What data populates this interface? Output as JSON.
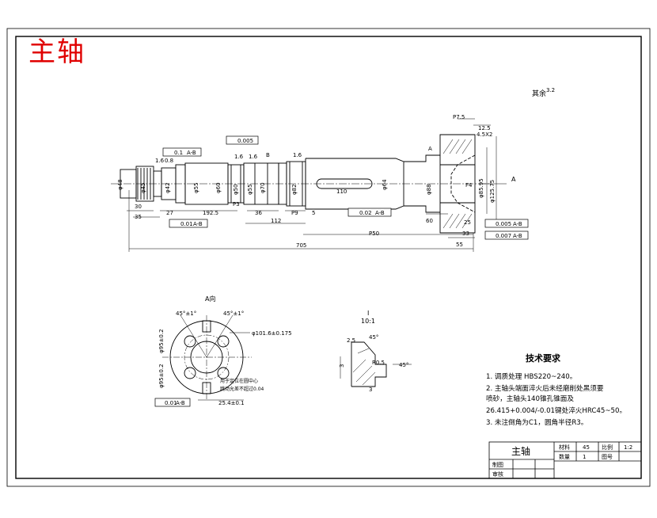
{
  "stamp_title": "主轴",
  "note_rest": "其余",
  "note_rest_ra": "3.2",
  "dims": {
    "d_p75": "P7.5",
    "d_125": "12.5",
    "d_45x2": "4.5X2",
    "d_27": "27",
    "d_1925": "192.5",
    "d_36": "36",
    "d_p9": "P9",
    "d_5": "5",
    "d_112": "112",
    "d_60": "60",
    "d_30": "30",
    "d_35": "35",
    "d_p3": "P3",
    "d_p50": "P50",
    "d_55": "55",
    "d_705": "705",
    "d_25": "25",
    "d_33": "33",
    "d_110": "110",
    "d_f4": "F4",
    "phi48": "φ48",
    "phi45": "φ45",
    "phi42": "φ42",
    "phi55": "φ55",
    "phi60": "φ60",
    "phi70": "φ70",
    "phi82": "φ82",
    "phi50": "φ50",
    "phi55b": "φ55",
    "phi64": "φ64",
    "phi88": "φ88",
    "phi8595": "φ85.95",
    "phi12575": "φ125.75",
    "label_a": "A",
    "r16a": "1.6",
    "r16b": "1.6",
    "r08": "0.8",
    "r16c": "1.6",
    "r16d": "1.6",
    "datum_a": "A",
    "datum_b": "B"
  },
  "tolerances": {
    "f1": "0.1",
    "f1r": "A-B",
    "f2": "0.005",
    "f3": "0.01",
    "f3r": "A-B",
    "f4": "0.02",
    "f4r": "A-B",
    "f5": "0.005",
    "f5r": "A-B",
    "f6": "0.007",
    "f6r": "A-B",
    "f7": "0.01",
    "f7r": "A-B"
  },
  "view_a": {
    "title": "A向",
    "ang1": "45°±1°",
    "ang2": "45°±1°",
    "d1016": "φ101.6±0.175",
    "d1": "φ95±0.2",
    "d2": "φ95±0.2",
    "d254": "25.4±0.1",
    "note1": "用于定位在圆中心",
    "note2": "跳动允差不超过0.04"
  },
  "detail_i": {
    "mark": "I",
    "scale": "10:1",
    "a45a": "45°",
    "a45b": "45°",
    "d25": "2.5",
    "d3": "3",
    "r05": "R0.5",
    "d3b": "3"
  },
  "tech_req": {
    "title": "技术要求",
    "items": [
      "1. 调质处理 HBS220~240。",
      "2. 主轴头端面淬火后未经磨削处黑须要",
      "   喷砂，主轴头140锥孔锥面及",
      "26.415+0.004/-0.01键处淬火HRC45~50。",
      "3. 未注倒角为C1，圆角半径R3。"
    ]
  },
  "title_block": {
    "name": "主轴",
    "material_label": "材料",
    "material_value": "45",
    "scale_label": "比例",
    "scale_value": "1:2",
    "qty_label": "数量",
    "qty_value": "1",
    "drawing_no_label": "图号",
    "drawn_label": "制图",
    "review_label": "审核"
  }
}
